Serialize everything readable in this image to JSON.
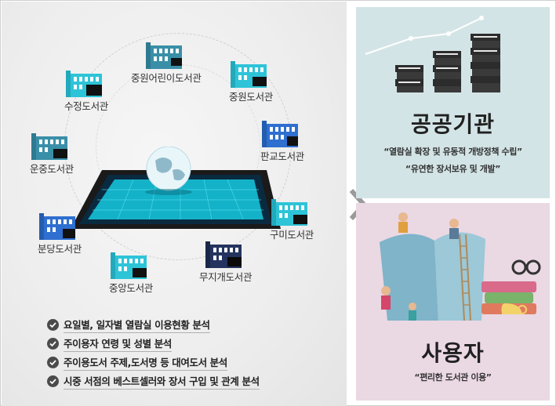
{
  "libraries": {
    "jungwon_children": "중원어린이도서관",
    "sujeong": "수정도서관",
    "jungwon": "중원도서관",
    "pangyo": "판교도서관",
    "unjung": "운중도서관",
    "gumi": "구미도서관",
    "bundang": "분당도서관",
    "jungang": "중앙도서관",
    "mujigae": "무지개도서관"
  },
  "analyses": [
    "요일별, 일자별 열람실 이용현황 분석",
    "주이용자 연령 및 성별 분석",
    "주이용도서 주제,도서명 등 대여도서 분석",
    "시중 서점의 베스트셀러와 장서 구입 및 관계 분석"
  ],
  "public_panel": {
    "title": "공공기관",
    "line1": "“열람실 확장 및 유동적 개방정책 수립”",
    "line2": "“유연한 장서보유 및 개발”"
  },
  "user_panel": {
    "title": "사용자",
    "line1": "“편리한 도서관 이용”"
  },
  "colors": {
    "cyan_building": "#2ec4d8",
    "teal_building": "#3a8fa8",
    "blue_building": "#2f6fd0",
    "navy_building": "#24345e",
    "public_bg": "#d3e4e6",
    "user_bg": "#ead8e3"
  }
}
